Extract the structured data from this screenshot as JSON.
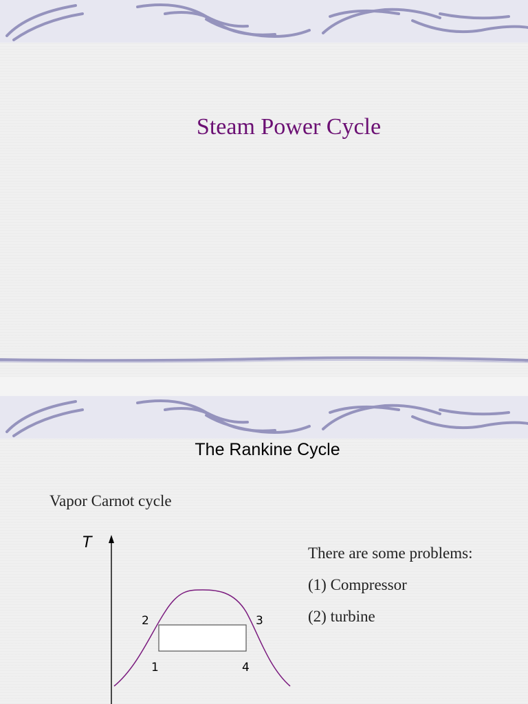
{
  "slide1": {
    "title": "Steam Power Cycle"
  },
  "slide2": {
    "title": "The Rankine Cycle",
    "subtitle": "Vapor Carnot cycle",
    "diagram": {
      "axis_label": "T",
      "points": [
        "1",
        "2",
        "3",
        "4"
      ]
    },
    "notes": [
      "There are some problems:",
      "(1) Compressor",
      "(2) turbine"
    ]
  },
  "colors": {
    "title": "#6b0f73",
    "banner": "#e7e7f1",
    "swoosh": "#8d8bb8",
    "dome_curve": "#7a1a7e"
  }
}
